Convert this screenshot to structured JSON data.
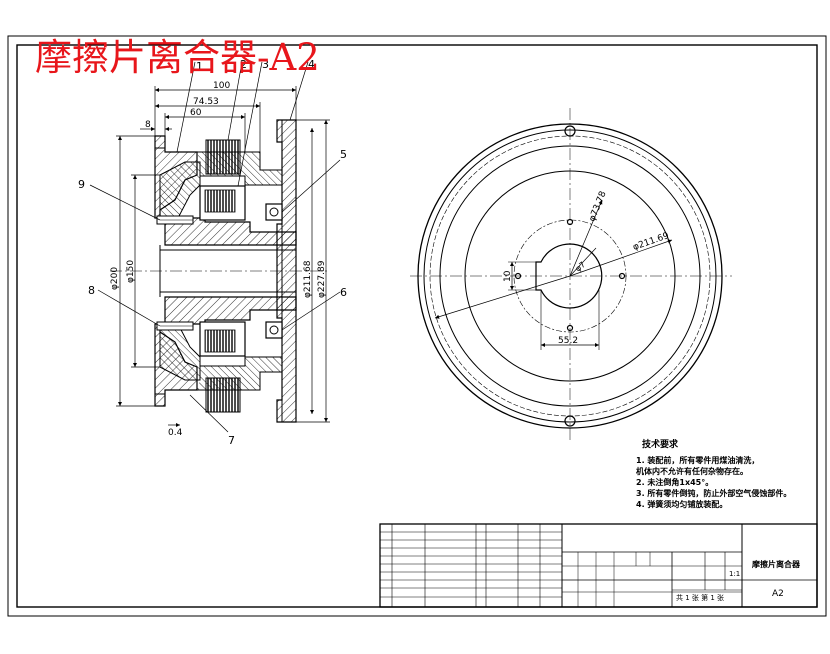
{
  "overlay_title": "摩擦片离合器-A2",
  "part_numbers": {
    "p1": "1",
    "p2": "2",
    "p3": "3",
    "p4": "4",
    "p5": "5",
    "p6": "6",
    "p7": "7",
    "p8": "8",
    "p9": "9"
  },
  "section_dims": {
    "d100": "100",
    "d7453": "74.53",
    "d60": "60",
    "d8": "8",
    "d200": "φ200",
    "d150": "φ150",
    "d21168": "φ211.68",
    "d22789": "φ227.89",
    "d04": "0.4"
  },
  "view_dims": {
    "d7378": "φ73.78",
    "d21169": "φ211.69",
    "d7": "φ7",
    "d552": "55.2",
    "d10": "10"
  },
  "tech_requirements": {
    "heading": "技术要求",
    "lines": [
      "1. 装配前，所有零件用煤油清洗，",
      "   机体内不允许有任何杂物存在。",
      "2. 未注倒角1x45°。",
      "3. 所有零件倒钝，防止外部空气侵蚀部件。",
      "4. 弹簧须均匀铺放装配。"
    ]
  },
  "title_block": {
    "drawing_name": "摩擦片离合器",
    "sheet_size": "A2",
    "scale": "1:1",
    "sheet_info": "共 1 张   第 1 张"
  }
}
